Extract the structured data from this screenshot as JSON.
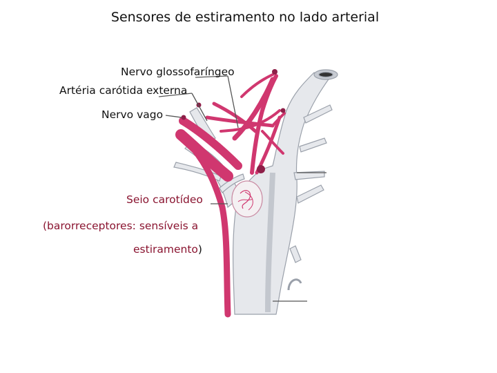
{
  "title": "Sensores de estiramento no lado arterial",
  "labels": {
    "glossofaringeo": "Nervo glossofaríngeo",
    "carotida_externa": "Artéria carótida externa",
    "vago": "Nervo vago",
    "seio_carotideo": "Seio carotídeo",
    "barorreceptores": "(barorreceptores: sensíveis a",
    "estiramento_word": "estiramento",
    "estiramento_paren": ")"
  },
  "colors": {
    "nerve": "#d0376f",
    "nerve_dark": "#8e1f48",
    "artery": "#e6e8ec",
    "artery_shade": "#b9bec7",
    "annotation_red": "#8a1430"
  }
}
